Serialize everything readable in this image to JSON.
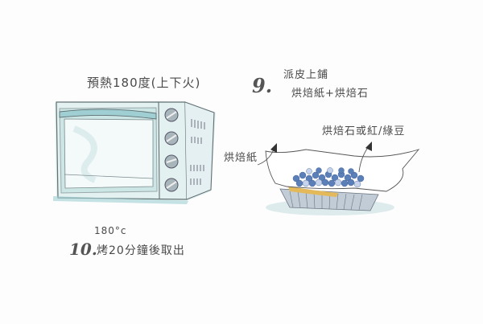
{
  "illustration": {
    "oven": {
      "caption": "預熱180度(上下火)"
    },
    "step9": {
      "number": "9.",
      "line1": "派皮上鋪",
      "line2": "烘焙紙+烘焙石",
      "label_weights": "烘焙石或紅/綠豆",
      "label_paper": "烘焙紙"
    },
    "step10": {
      "number": "10.",
      "temperature": "180°c",
      "text": "烤20分鐘後取出"
    },
    "colors": {
      "oven_wash": "#a9d3d6",
      "oven_line": "#5f6f72",
      "knob": "#8fa0a8",
      "blueberry": "#5b7fb8",
      "crust": "#e3b95a",
      "pan": "#9aa8b8",
      "paper_shadow": "#cfe3e6"
    }
  }
}
